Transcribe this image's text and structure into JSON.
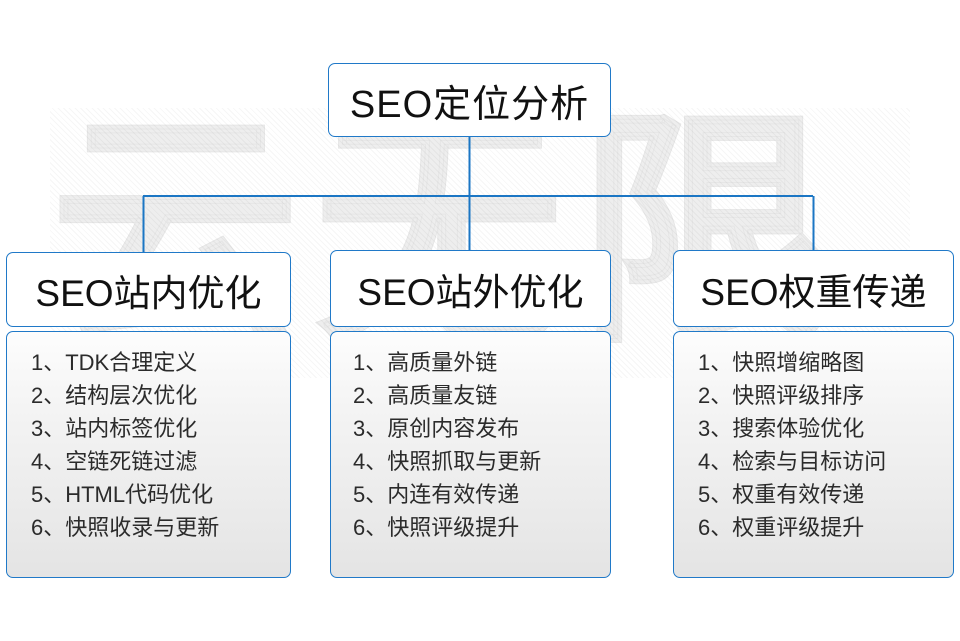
{
  "diagram": {
    "title": "SEO定位分析",
    "root": {
      "label": "SEO定位分析"
    },
    "branches": [
      {
        "header": "SEO站内优化",
        "items": [
          "1、TDK合理定义",
          "2、结构层次优化",
          "3、站内标签优化",
          "4、空链死链过滤",
          "5、HTML代码优化",
          "6、快照收录与更新"
        ]
      },
      {
        "header": "SEO站外优化",
        "items": [
          "1、高质量外链",
          "2、高质量友链",
          "3、原创内容发布",
          "4、快照抓取与更新",
          "5、内连有效传递",
          "6、快照评级提升"
        ]
      },
      {
        "header": "SEO权重传递",
        "items": [
          "1、快照增缩略图",
          "2、快照评级排序",
          "3、搜索体验优化",
          "4、检索与目标访问",
          "5、权重有效传递",
          "6、权重评级提升"
        ]
      }
    ],
    "watermark": {
      "text": "云无限"
    },
    "colors": {
      "border": "#2079c8",
      "connector": "#1b76c4",
      "text": "#2b2b2b",
      "header_text": "#111111",
      "background": "#ffffff",
      "watermark": "#eeeeee"
    }
  }
}
